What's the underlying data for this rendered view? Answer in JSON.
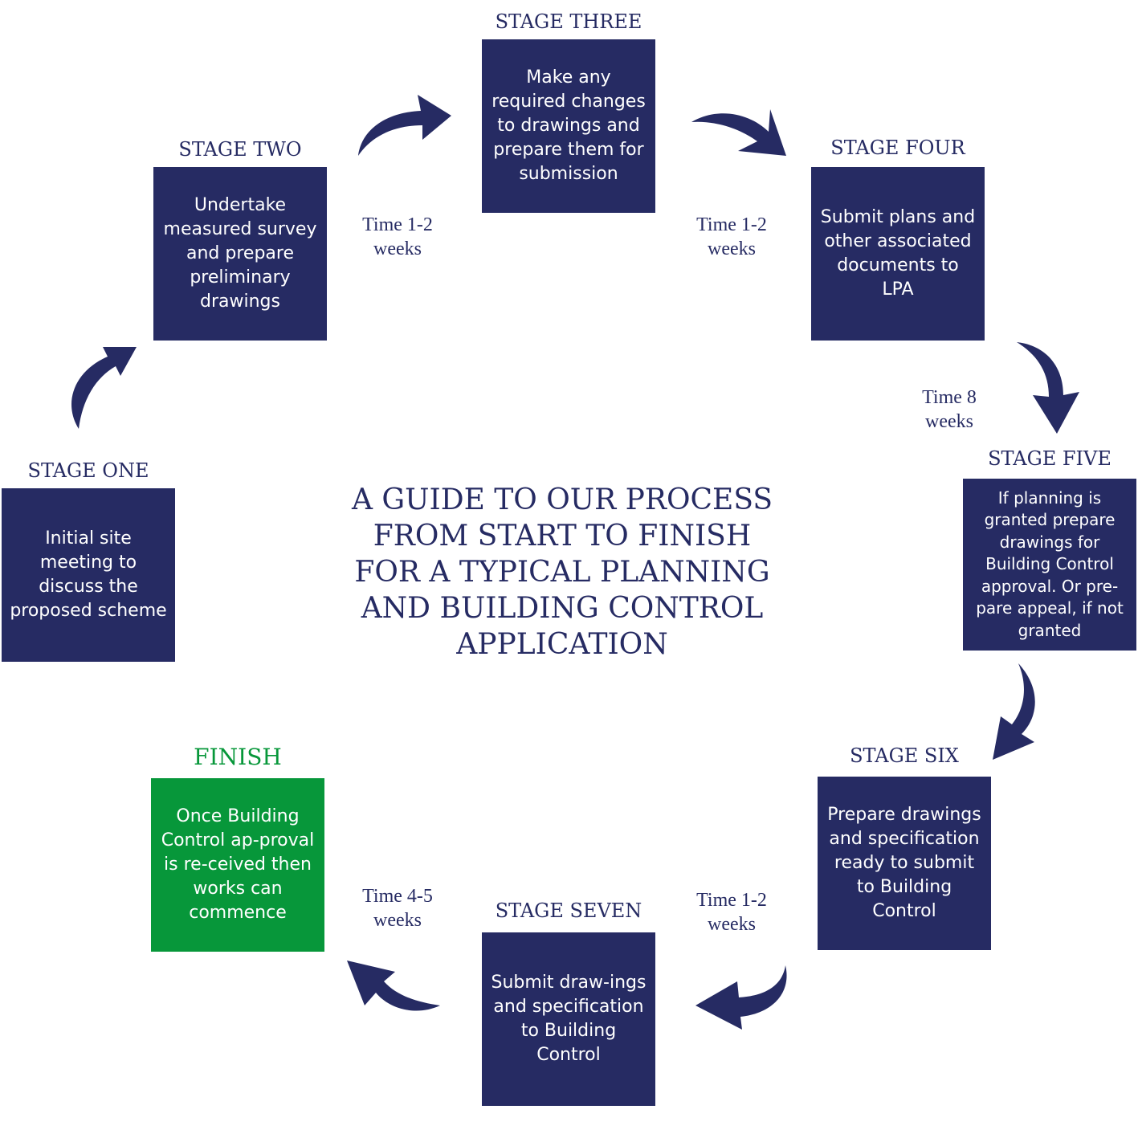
{
  "title_lines": [
    "A GUIDE TO OUR PROCESS",
    "FROM START TO FINISH",
    "FOR A TYPICAL PLANNING",
    "AND BUILDING CONTROL",
    "APPLICATION"
  ],
  "stages": {
    "one": {
      "label": "STAGE ONE",
      "text": "Initial site meeting to discuss the proposed scheme"
    },
    "two": {
      "label": "STAGE TWO",
      "text": "Undertake measured survey and prepare preliminary drawings"
    },
    "three": {
      "label": "STAGE THREE",
      "text": "Make any required changes to drawings and prepare them for submission"
    },
    "four": {
      "label": "STAGE  FOUR",
      "text": "Submit plans and other associated documents to LPA"
    },
    "five": {
      "label": "STAGE FIVE",
      "text": "If planning is granted prepare drawings for Building Control approval. Or pre-pare appeal, if not granted"
    },
    "six": {
      "label": "STAGE SIX",
      "text": "Prepare drawings and specification ready to submit to Building Control"
    },
    "seven": {
      "label": "STAGE SEVEN",
      "text": "Submit draw-ings and specification to Building Control"
    },
    "finish": {
      "label": "FINISH",
      "text": "Once Building Control ap-proval is re-ceived then works can commence"
    }
  },
  "times": {
    "two_three": {
      "line1": "Time 1-2",
      "line2": "weeks"
    },
    "three_four": {
      "line1": "Time 1-2",
      "line2": "weeks"
    },
    "four_five": {
      "line1": "Time 8",
      "line2": "weeks"
    },
    "six_seven": {
      "line1": "Time 1-2",
      "line2": "weeks"
    },
    "seven_finish": {
      "line1": "Time 4-5",
      "line2": "weeks"
    }
  },
  "colors": {
    "navy": "#262b63",
    "green": "#07973a"
  }
}
